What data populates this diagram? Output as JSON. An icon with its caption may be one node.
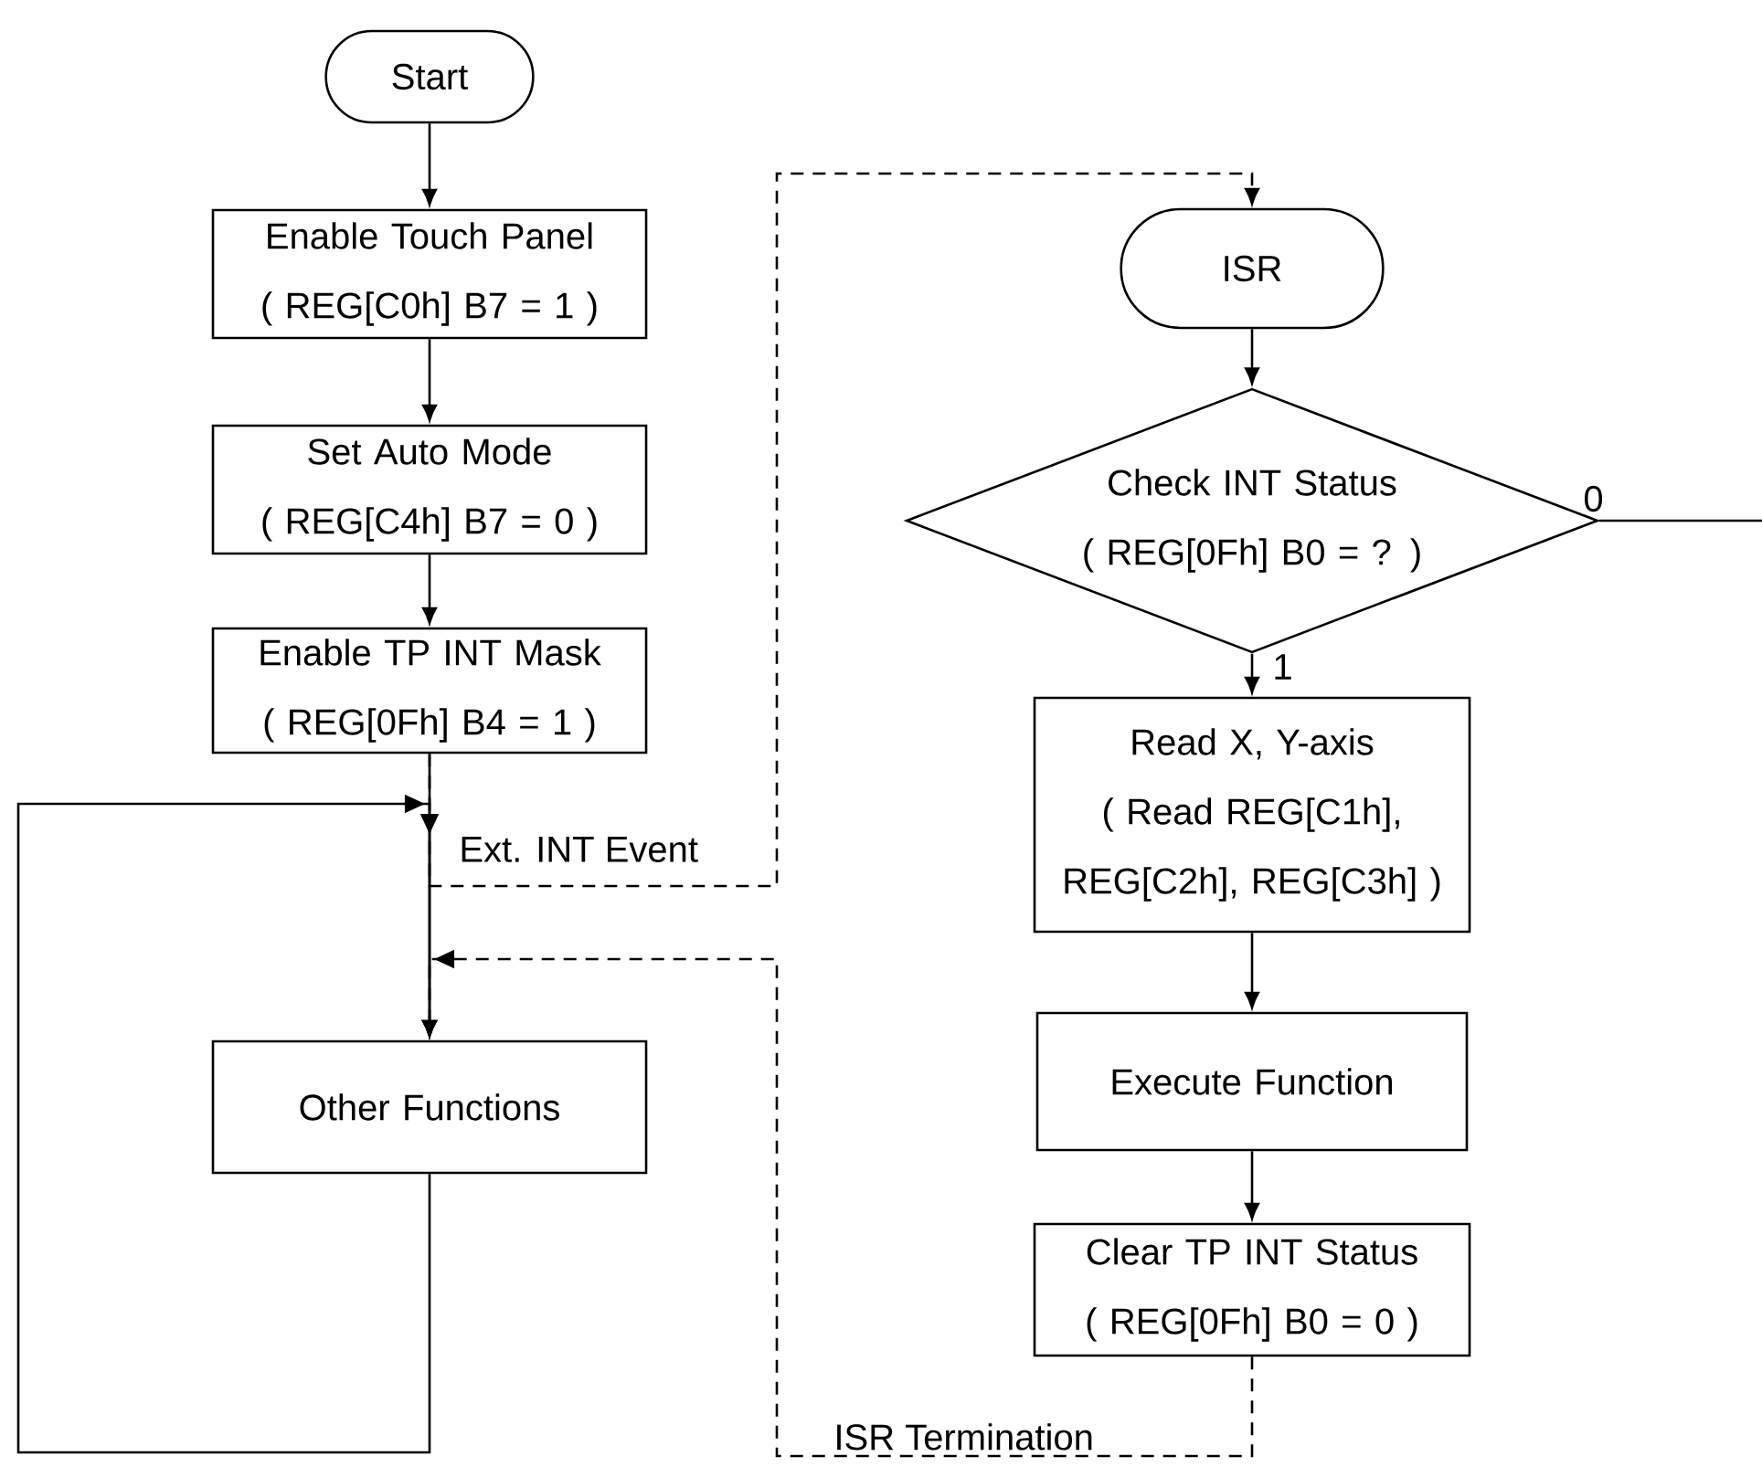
{
  "diagram": {
    "nodes": [
      {
        "text": [
          "Start"
        ]
      },
      {
        "text": [
          "Enable Touch Panel",
          "( REG[C0h] B7 = 1 )"
        ]
      },
      {
        "text": [
          "Set Auto Mode",
          "( REG[C4h] B7 = 0 )"
        ]
      },
      {
        "text": [
          "Enable TP INT Mask",
          "( REG[0Fh] B4 = 1 )"
        ]
      },
      {
        "text": [
          "Other Functions"
        ]
      },
      {
        "text": [
          "ISR"
        ]
      },
      {
        "text": [
          "Check INT Status",
          "( REG[0Fh] B0 = ? )"
        ]
      },
      {
        "text": [
          "Read X, Y-axis",
          "( Read REG[C1h], REG[C2h], REG[C3h] )"
        ]
      },
      {
        "text": [
          "Execute Function"
        ]
      },
      {
        "text": [
          "Clear TP INT Status",
          "( REG[0Fh] B0 = 0 )"
        ]
      }
    ],
    "edges": [
      {
        "from": 0,
        "to": 1,
        "arrow": "to"
      },
      {
        "from": 1,
        "to": 2,
        "arrow": "to"
      },
      {
        "from": 2,
        "to": 3,
        "arrow": "to"
      },
      {
        "from": 3,
        "to": 4,
        "arrow": "to"
      },
      {
        "from": 4,
        "to": 4,
        "arrow": "to"
      },
      {
        "from": 3,
        "to": 5,
        "arrow": "to",
        "label": "Ext. INT Event",
        "style": "dashed"
      },
      {
        "from": 5,
        "to": 6,
        "arrow": "to"
      },
      {
        "from": 6,
        "to": null,
        "arrow": "none",
        "label": "0"
      },
      {
        "from": 6,
        "to": 7,
        "arrow": "to",
        "label": "1"
      },
      {
        "from": 7,
        "to": 8,
        "arrow": "to"
      },
      {
        "from": 8,
        "to": 9,
        "arrow": "to"
      },
      {
        "from": 9,
        "to": 4,
        "arrow": "to",
        "label": "ISR Termination",
        "style": "dashed"
      }
    ]
  }
}
